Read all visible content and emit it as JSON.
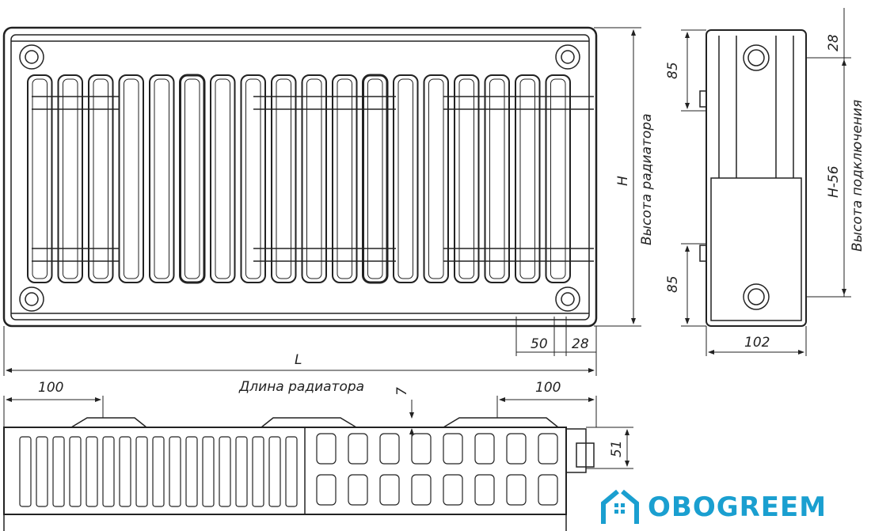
{
  "front_view": {
    "height_label": "H",
    "height_caption": "Высота радиатора",
    "length_label": "L",
    "length_caption": "Длина радиатора",
    "dim_50": "50",
    "dim_28": "28",
    "fin_count": 18
  },
  "side_view": {
    "dim_top_85": "85",
    "dim_28": "28",
    "dim_bottom_85": "85",
    "conn_label": "H-56",
    "conn_caption": "Высота подключения",
    "depth": "102"
  },
  "top_view": {
    "left_100": "100",
    "right_100": "100",
    "dim_7": "7",
    "dim_51": "51"
  },
  "logo": {
    "text": "OBOGREEM",
    "color": "#1a9fd0"
  }
}
